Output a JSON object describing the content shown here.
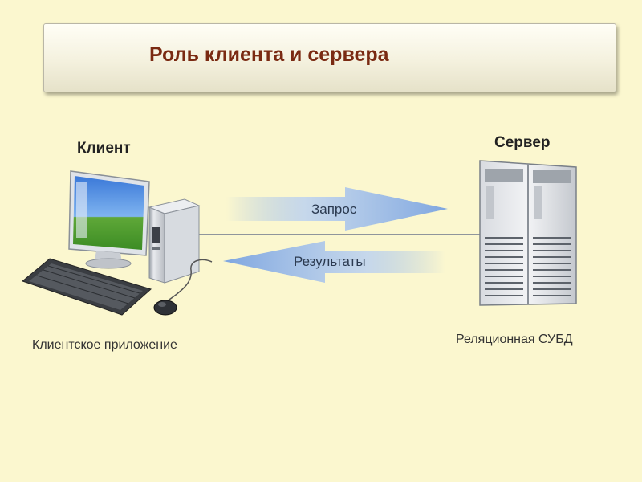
{
  "title": "Роль клиента и сервера",
  "client": {
    "heading": "Клиент",
    "caption": "Клиентское приложение"
  },
  "server": {
    "heading": "Сервер",
    "caption": "Реляционная СУБД"
  },
  "arrows": {
    "request": "Запрос",
    "response": "Результаты"
  },
  "colors": {
    "title": "#7a2a12",
    "arrow": "#8fb3e8",
    "background": "#fbf7cf"
  },
  "icons": [
    "computer-monitor-icon",
    "system-unit-icon",
    "keyboard-icon",
    "mouse-icon",
    "server-rack-icon"
  ]
}
